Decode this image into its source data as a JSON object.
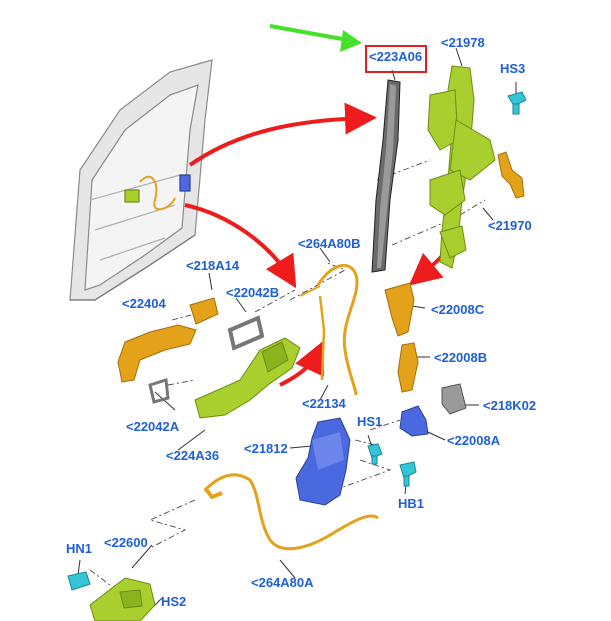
{
  "diagram": {
    "labels": {
      "p223A06": "<223A06",
      "p21978": "<21978",
      "hs3": "HS3",
      "p21970": "<21970",
      "p264A80B": "<264A80B",
      "p218A14": "<218A14",
      "p22042B": "<22042B",
      "p22404": "<22404",
      "p22008C": "<22008C",
      "p22008B": "<22008B",
      "p22134": "<22134",
      "p218K02": "<218K02",
      "p22042A": "<22042A",
      "p22008A": "<22008A",
      "p224A36": "<224A36",
      "p21812": "<21812",
      "hs1": "HS1",
      "hb1": "HB1",
      "hn1": "HN1",
      "p22600": "<22600",
      "hs2": "HS2",
      "p264A80A": "<264A80A"
    },
    "colors": {
      "label_text": "#1f5fd6",
      "highlight_box": "#e02020",
      "pointer_arrow_green": "#44e02a",
      "callout_arrow_red": "#ee1c1c",
      "part_green": "#a8cf2e",
      "part_orange": "#e3a21a",
      "part_blue": "#4a69e0",
      "part_cyan": "#33c6d8",
      "part_gray": "#9a9a9a"
    }
  }
}
